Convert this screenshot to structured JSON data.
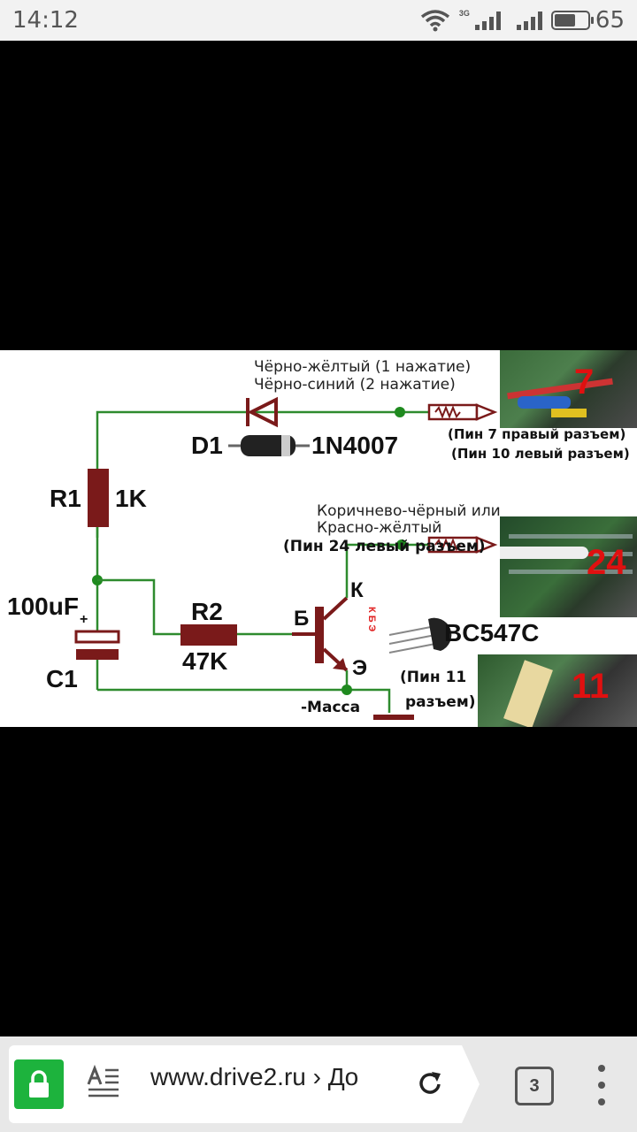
{
  "status_bar": {
    "time": "14:12",
    "network_type": "3G",
    "battery_level": "65",
    "battery_fraction": 0.65,
    "icons": [
      "wifi-icon",
      "signal-3g-icon",
      "signal-icon",
      "battery-icon"
    ]
  },
  "diagram": {
    "labels": {
      "wire1_line1": "Чёрно-жёлтый (1 нажатие)",
      "wire1_line2": "Чёрно-синий (2 нажатие)",
      "d1": "D1",
      "d1_part": "1N4007",
      "pin7_line1": "(Пин 7 правый разъем)",
      "pin7_line2": "(Пин 10 левый разъем)",
      "r1": "R1",
      "r1_value": "1K",
      "wire2_line1": "Коричнево-чёрный или",
      "wire2_line2": "Красно-жёлтый",
      "pin24": "(Пин 24 левый разъем)",
      "c1_value": "100uF",
      "c1_plus": "+",
      "c1": "C1",
      "r2": "R2",
      "r2_value": "47K",
      "base": "Б",
      "collector": "К",
      "emitter": "Э",
      "pinout_letters": "КБЭ",
      "transistor_part": "BC547C",
      "pin11_line1": "(Пин 11",
      "pin11_line2": "разъем)",
      "ground": "-Масса",
      "photo1_number": "7",
      "photo2_number": "24",
      "photo3_number": "11"
    },
    "colors": {
      "wire": "#2e8b2e",
      "component": "#7a1a1a",
      "node": "#1f8a1f",
      "photo_number": "#e01010"
    }
  },
  "browser_bar": {
    "url": "www.drive2.ru › Дo",
    "tab_count": "3",
    "accent": "#1db33d",
    "icons": [
      "lock-icon",
      "reader-mode-icon",
      "reload-icon",
      "tabs-icon",
      "menu-dots-icon"
    ]
  }
}
